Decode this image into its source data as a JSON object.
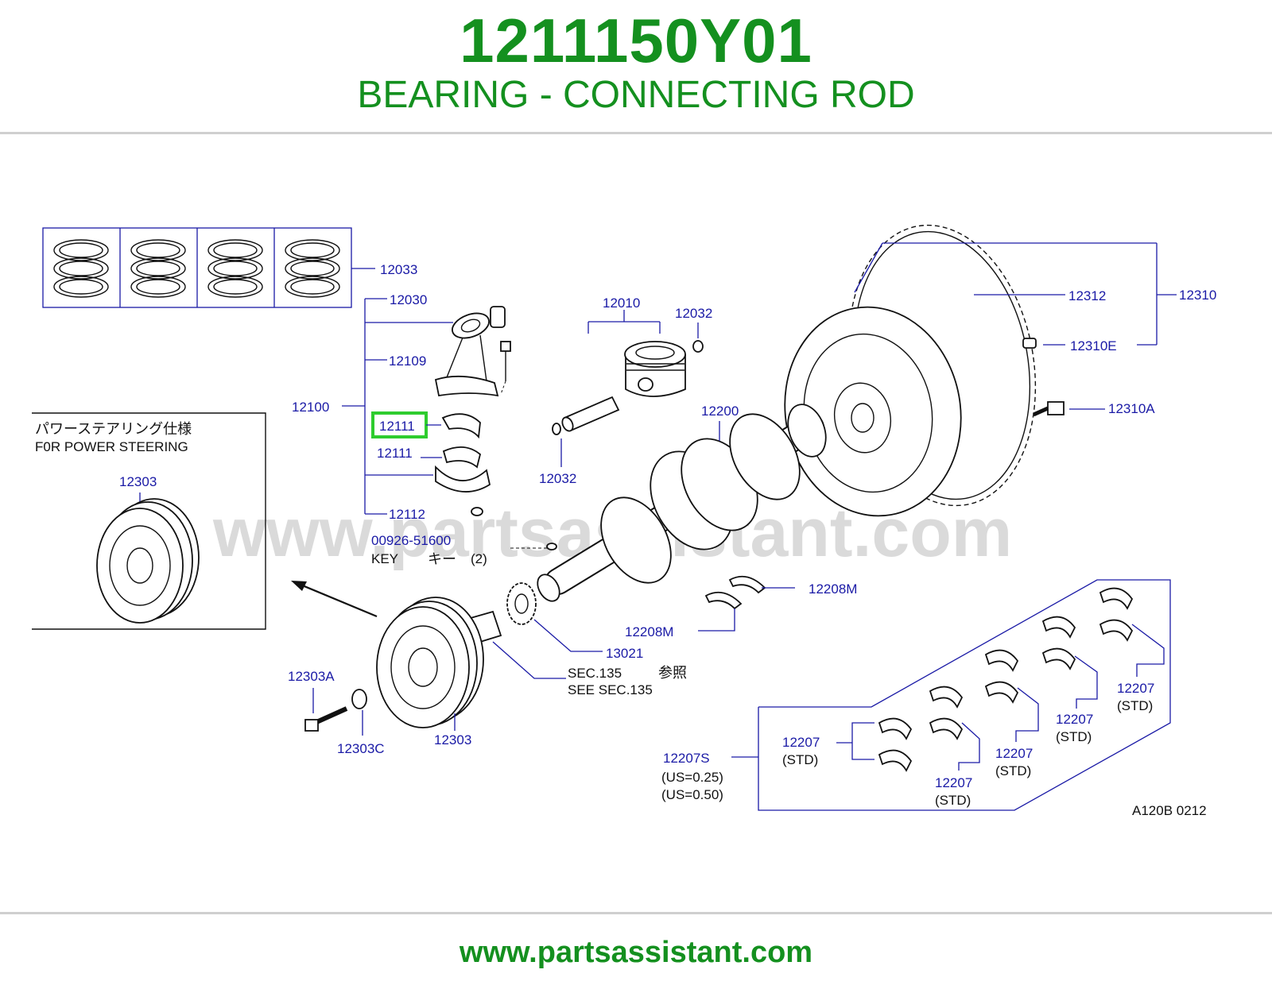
{
  "header": {
    "part_number": "1211150Y01",
    "part_title": "BEARING - CONNECTING ROD"
  },
  "diagram": {
    "watermark": "www.partsassistant.com",
    "highlight_color": "#2ecc2e",
    "callouts": {
      "c12033": "12033",
      "c12030": "12030",
      "c12109": "12109",
      "c12100": "12100",
      "c12111_highlight": "12111",
      "c12111": "12111",
      "c12112": "12112",
      "c12010": "12010",
      "c12032_a": "12032",
      "c12032_b": "12032",
      "c12200": "12200",
      "c12312": "12312",
      "c12310": "12310",
      "c12310E": "12310E",
      "c12310A": "12310A",
      "c12303_inset": "12303",
      "c00926": "00926-51600",
      "c12208M_a": "12208M",
      "c12208M_b": "12208M",
      "c13021": "13021",
      "c12303A": "12303A",
      "c12303C": "12303C",
      "c12303": "12303",
      "c12207S": "12207S",
      "c12207_1": "12207",
      "c12207_2": "12207",
      "c12207_3": "12207",
      "c12207_4": "12207",
      "c12207_5": "12207"
    },
    "notes": {
      "key_en": "KEY",
      "key_jp": "キー",
      "key_qty": "(2)",
      "power_steering_jp": "パワーステアリング仕様",
      "power_steering_en": "F0R   POWER   STEERING",
      "sec135_line1": "SEC.135",
      "sec135_jp": "参照",
      "sec135_line2": "SEE   SEC.135",
      "std": "(STD)",
      "us025": "(US=0.25)",
      "us050": "(US=0.50)",
      "drawing_code": "A120B   0212"
    }
  },
  "footer": {
    "url": "www.partsassistant.com"
  }
}
